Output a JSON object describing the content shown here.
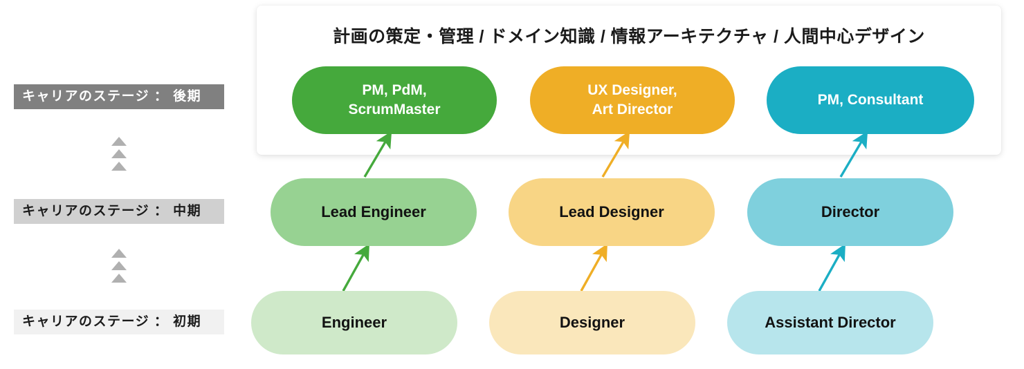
{
  "diagram": {
    "title": "計画の策定・管理 / ドメイン知識 / 情報アーキテクチャ / 人間中心デザイン",
    "stages": [
      {
        "id": "late",
        "label": "キャリアのステージ ： 後期",
        "bg": "#808080",
        "fg": "#ffffff"
      },
      {
        "id": "mid",
        "label": "キャリアのステージ ： 中期",
        "bg": "#d0d0d0",
        "fg": "#1b1b1b"
      },
      {
        "id": "early",
        "label": "キャリアのステージ ： 初期",
        "bg": "#f1f1f1",
        "fg": "#1b1b1b"
      }
    ],
    "separator_icon": "triangle-up-icon",
    "separator_color": "#b0b0b0",
    "separator_count": 3,
    "tracks": [
      {
        "id": "engineering",
        "accent": "#45A93C",
        "late": {
          "label": "PM, PdM,\nScrumMaster",
          "color": "#45A93C"
        },
        "mid": {
          "label": "Lead Engineer",
          "color": "#97d292"
        },
        "early": {
          "label": "Engineer",
          "color": "#cfe9c9"
        }
      },
      {
        "id": "design",
        "accent": "#EFAE26",
        "late": {
          "label": "UX Designer,\nArt Director",
          "color": "#EFAE26"
        },
        "mid": {
          "label": "Lead Designer",
          "color": "#f8d585"
        },
        "early": {
          "label": "Designer",
          "color": "#fae7bb"
        }
      },
      {
        "id": "management",
        "accent": "#1BAEC4",
        "late": {
          "label": "PM, Consultant",
          "color": "#1BAEC4"
        },
        "mid": {
          "label": "Director",
          "color": "#7fd0dd"
        },
        "early": {
          "label": "Assistant Director",
          "color": "#b7e5ec"
        }
      }
    ],
    "progression_arrows": [
      {
        "from": "Engineer",
        "to": "Lead Engineer",
        "color": "#45A93C"
      },
      {
        "from": "Lead Engineer",
        "to": "PM, PdM, ScrumMaster",
        "color": "#45A93C"
      },
      {
        "from": "Designer",
        "to": "Lead Designer",
        "color": "#EFAE26"
      },
      {
        "from": "Lead Designer",
        "to": "UX Designer, Art Director",
        "color": "#EFAE26"
      },
      {
        "from": "Assistant Director",
        "to": "Director",
        "color": "#1BAEC4"
      },
      {
        "from": "Director",
        "to": "PM, Consultant",
        "color": "#1BAEC4"
      }
    ]
  }
}
